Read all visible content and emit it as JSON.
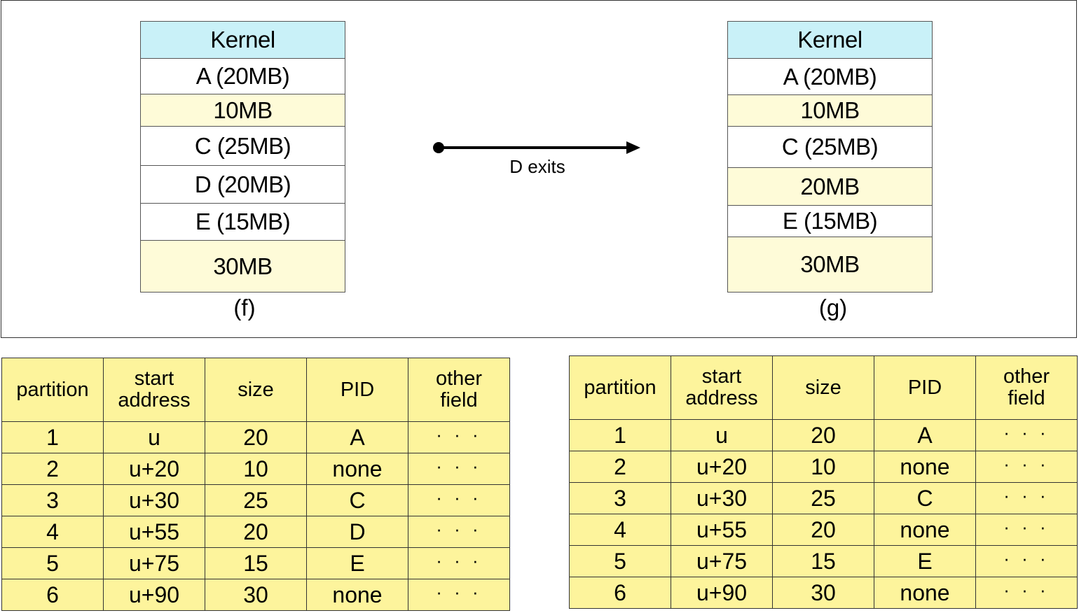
{
  "diagram": {
    "left_stack": {
      "caption": "(f)",
      "blocks": [
        {
          "label": "Kernel",
          "kind": "kernel"
        },
        {
          "label": "A (20MB)",
          "kind": "used"
        },
        {
          "label": "10MB",
          "kind": "hole"
        },
        {
          "label": "C (25MB)",
          "kind": "used"
        },
        {
          "label": "D (20MB)",
          "kind": "used"
        },
        {
          "label": "E (15MB)",
          "kind": "used"
        },
        {
          "label": "30MB",
          "kind": "hole"
        }
      ]
    },
    "right_stack": {
      "caption": "(g)",
      "blocks": [
        {
          "label": "Kernel",
          "kind": "kernel"
        },
        {
          "label": "A (20MB)",
          "kind": "used"
        },
        {
          "label": "10MB",
          "kind": "hole"
        },
        {
          "label": "C (25MB)",
          "kind": "used"
        },
        {
          "label": "20MB",
          "kind": "hole"
        },
        {
          "label": "E (15MB)",
          "kind": "used"
        },
        {
          "label": "30MB",
          "kind": "hole"
        }
      ]
    },
    "transition_label": "D exits",
    "colors": {
      "kernel": "#c9f1f8",
      "used": "#ffffff",
      "hole": "#fefbd8",
      "table": "#fdf49c"
    }
  },
  "left_table": {
    "headers": [
      "partition",
      "start address",
      "size",
      "PID",
      "other field"
    ],
    "rows": [
      [
        "1",
        "u",
        "20",
        "A",
        "· · ·"
      ],
      [
        "2",
        "u+20",
        "10",
        "none",
        "· · ·"
      ],
      [
        "3",
        "u+30",
        "25",
        "C",
        "· · ·"
      ],
      [
        "4",
        "u+55",
        "20",
        "D",
        "· · ·"
      ],
      [
        "5",
        "u+75",
        "15",
        "E",
        "· · ·"
      ],
      [
        "6",
        "u+90",
        "30",
        "none",
        "· · ·"
      ]
    ]
  },
  "right_table": {
    "headers": [
      "partition",
      "start address",
      "size",
      "PID",
      "other field"
    ],
    "rows": [
      [
        "1",
        "u",
        "20",
        "A",
        "· · ·"
      ],
      [
        "2",
        "u+20",
        "10",
        "none",
        "· · ·"
      ],
      [
        "3",
        "u+30",
        "25",
        "C",
        "· · ·"
      ],
      [
        "4",
        "u+55",
        "20",
        "none",
        "· · ·"
      ],
      [
        "5",
        "u+75",
        "15",
        "E",
        "· · ·"
      ],
      [
        "6",
        "u+90",
        "30",
        "none",
        "· · ·"
      ]
    ]
  }
}
